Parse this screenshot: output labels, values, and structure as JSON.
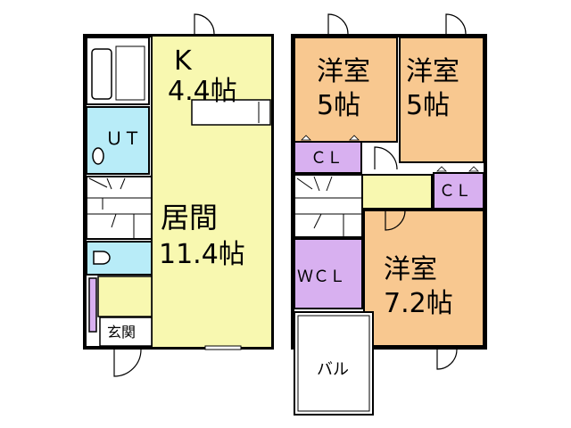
{
  "colors": {
    "kitchen_living": "#f8f8b0",
    "western_room": "#f8c890",
    "closet": "#d8b0f0",
    "wet_area": "#b8ecf8",
    "wall": "#000000",
    "balcony": "#ffffff"
  },
  "floor1": {
    "kitchen_name": "K",
    "kitchen_size": "4.4帖",
    "living_name": "居間",
    "living_size": "11.4帖",
    "utility_label": "ＵＴ",
    "entrance_label": "玄関"
  },
  "floor2": {
    "room_a_name": "洋室",
    "room_a_size": "5帖",
    "room_b_name": "洋室",
    "room_b_size": "5帖",
    "room_c_name": "洋室",
    "room_c_size": "7.2帖",
    "closet_a_label": "ＣＬ",
    "closet_b_label": "ＣＬ",
    "walkin_closet_label": "ＷＣＬ",
    "balcony_label": "バル"
  }
}
